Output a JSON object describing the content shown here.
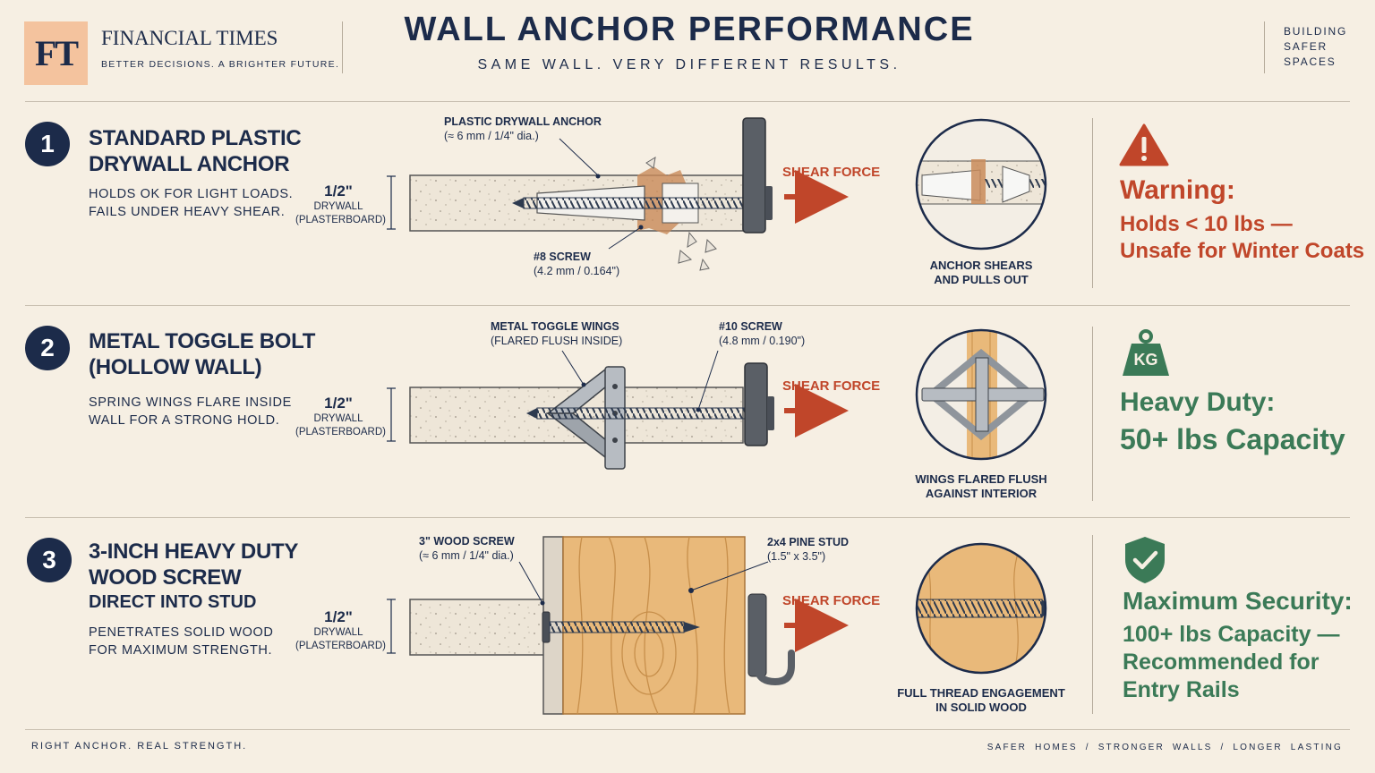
{
  "header": {
    "logo_mark": "FT",
    "brand_name": "FINANCIAL TIMES",
    "brand_tagline": "BETTER DECISIONS. A BRIGHTER FUTURE.",
    "title": "WALL ANCHOR PERFORMANCE",
    "subtitle": "SAME WALL. VERY DIFFERENT RESULTS.",
    "side_tag": [
      "BUILDING",
      "SAFER",
      "SPACES"
    ]
  },
  "rows": [
    {
      "number": "1",
      "title_lines": [
        "STANDARD PLASTIC",
        "DRYWALL ANCHOR"
      ],
      "subtitle": "",
      "desc_lines": [
        "HOLDS OK FOR LIGHT LOADS.",
        "FAILS UNDER HEAVY SHEAR."
      ],
      "thickness_value": "1/2\"",
      "thickness_label_lines": [
        "DRYWALL",
        "(PLASTERBOARD)"
      ],
      "callout_a_lines": [
        "PLASTIC DRYWALL ANCHOR",
        "(≈ 6 mm / 1/4\" dia.)"
      ],
      "callout_b_lines": [
        "#8 SCREW",
        "(4.2 mm / 0.164\")"
      ],
      "force_label": "SHEAR FORCE",
      "detail_caption_lines": [
        "ANCHOR SHEARS",
        "AND PULLS OUT"
      ],
      "verdict_icon": "warning-triangle-icon",
      "verdict_heading": "Warning:",
      "verdict_lines": [
        "Holds < 10 lbs —",
        "Unsafe for Winter Coats"
      ]
    },
    {
      "number": "2",
      "title_lines": [
        "METAL TOGGLE BOLT",
        "(HOLLOW WALL)"
      ],
      "subtitle": "",
      "desc_lines": [
        "SPRING WINGS FLARE INSIDE",
        "WALL FOR A STRONG HOLD."
      ],
      "thickness_value": "1/2\"",
      "thickness_label_lines": [
        "DRYWALL",
        "(PLASTERBOARD)"
      ],
      "callout_a_lines": [
        "METAL TOGGLE WINGS",
        "(FLARED FLUSH INSIDE)"
      ],
      "callout_b_lines": [
        "#10 SCREW",
        "(4.8 mm / 0.190\")"
      ],
      "force_label": "SHEAR FORCE",
      "detail_caption_lines": [
        "WINGS FLARED FLUSH",
        "AGAINST INTERIOR"
      ],
      "verdict_icon": "weight-kg-icon",
      "verdict_icon_text": "KG",
      "verdict_heading": "Heavy Duty:",
      "verdict_lines": [
        "50+ lbs Capacity"
      ]
    },
    {
      "number": "3",
      "title_lines": [
        "3-INCH HEAVY DUTY",
        "WOOD SCREW"
      ],
      "subtitle": "DIRECT INTO STUD",
      "desc_lines": [
        "PENETRATES SOLID WOOD",
        "FOR MAXIMUM STRENGTH."
      ],
      "thickness_value": "1/2\"",
      "thickness_label_lines": [
        "DRYWALL",
        "(PLASTERBOARD)"
      ],
      "callout_a_lines": [
        "3\" WOOD SCREW",
        "(≈ 6 mm / 1/4\" dia.)"
      ],
      "callout_b_lines": [
        "2x4 PINE STUD",
        "(1.5\" x 3.5\")"
      ],
      "force_label": "SHEAR FORCE",
      "detail_caption_lines": [
        "FULL THREAD ENGAGEMENT",
        "IN SOLID WOOD"
      ],
      "verdict_icon": "shield-check-icon",
      "verdict_heading": "Maximum Security:",
      "verdict_lines": [
        "100+ lbs Capacity —",
        "Recommended for",
        "Entry Rails"
      ]
    }
  ],
  "footer": {
    "left": "RIGHT ANCHOR. REAL STRENGTH.",
    "right": "SAFER HOMES  /  STRONGER WALLS  /  LONGER LASTING"
  },
  "colors": {
    "navy": "#1c2b4a",
    "warning_red": "#c0462a",
    "secure_green": "#3b7a57",
    "background": "#f6efe3",
    "logo_peach": "#f4c39e",
    "wood": "#e9b97a"
  }
}
